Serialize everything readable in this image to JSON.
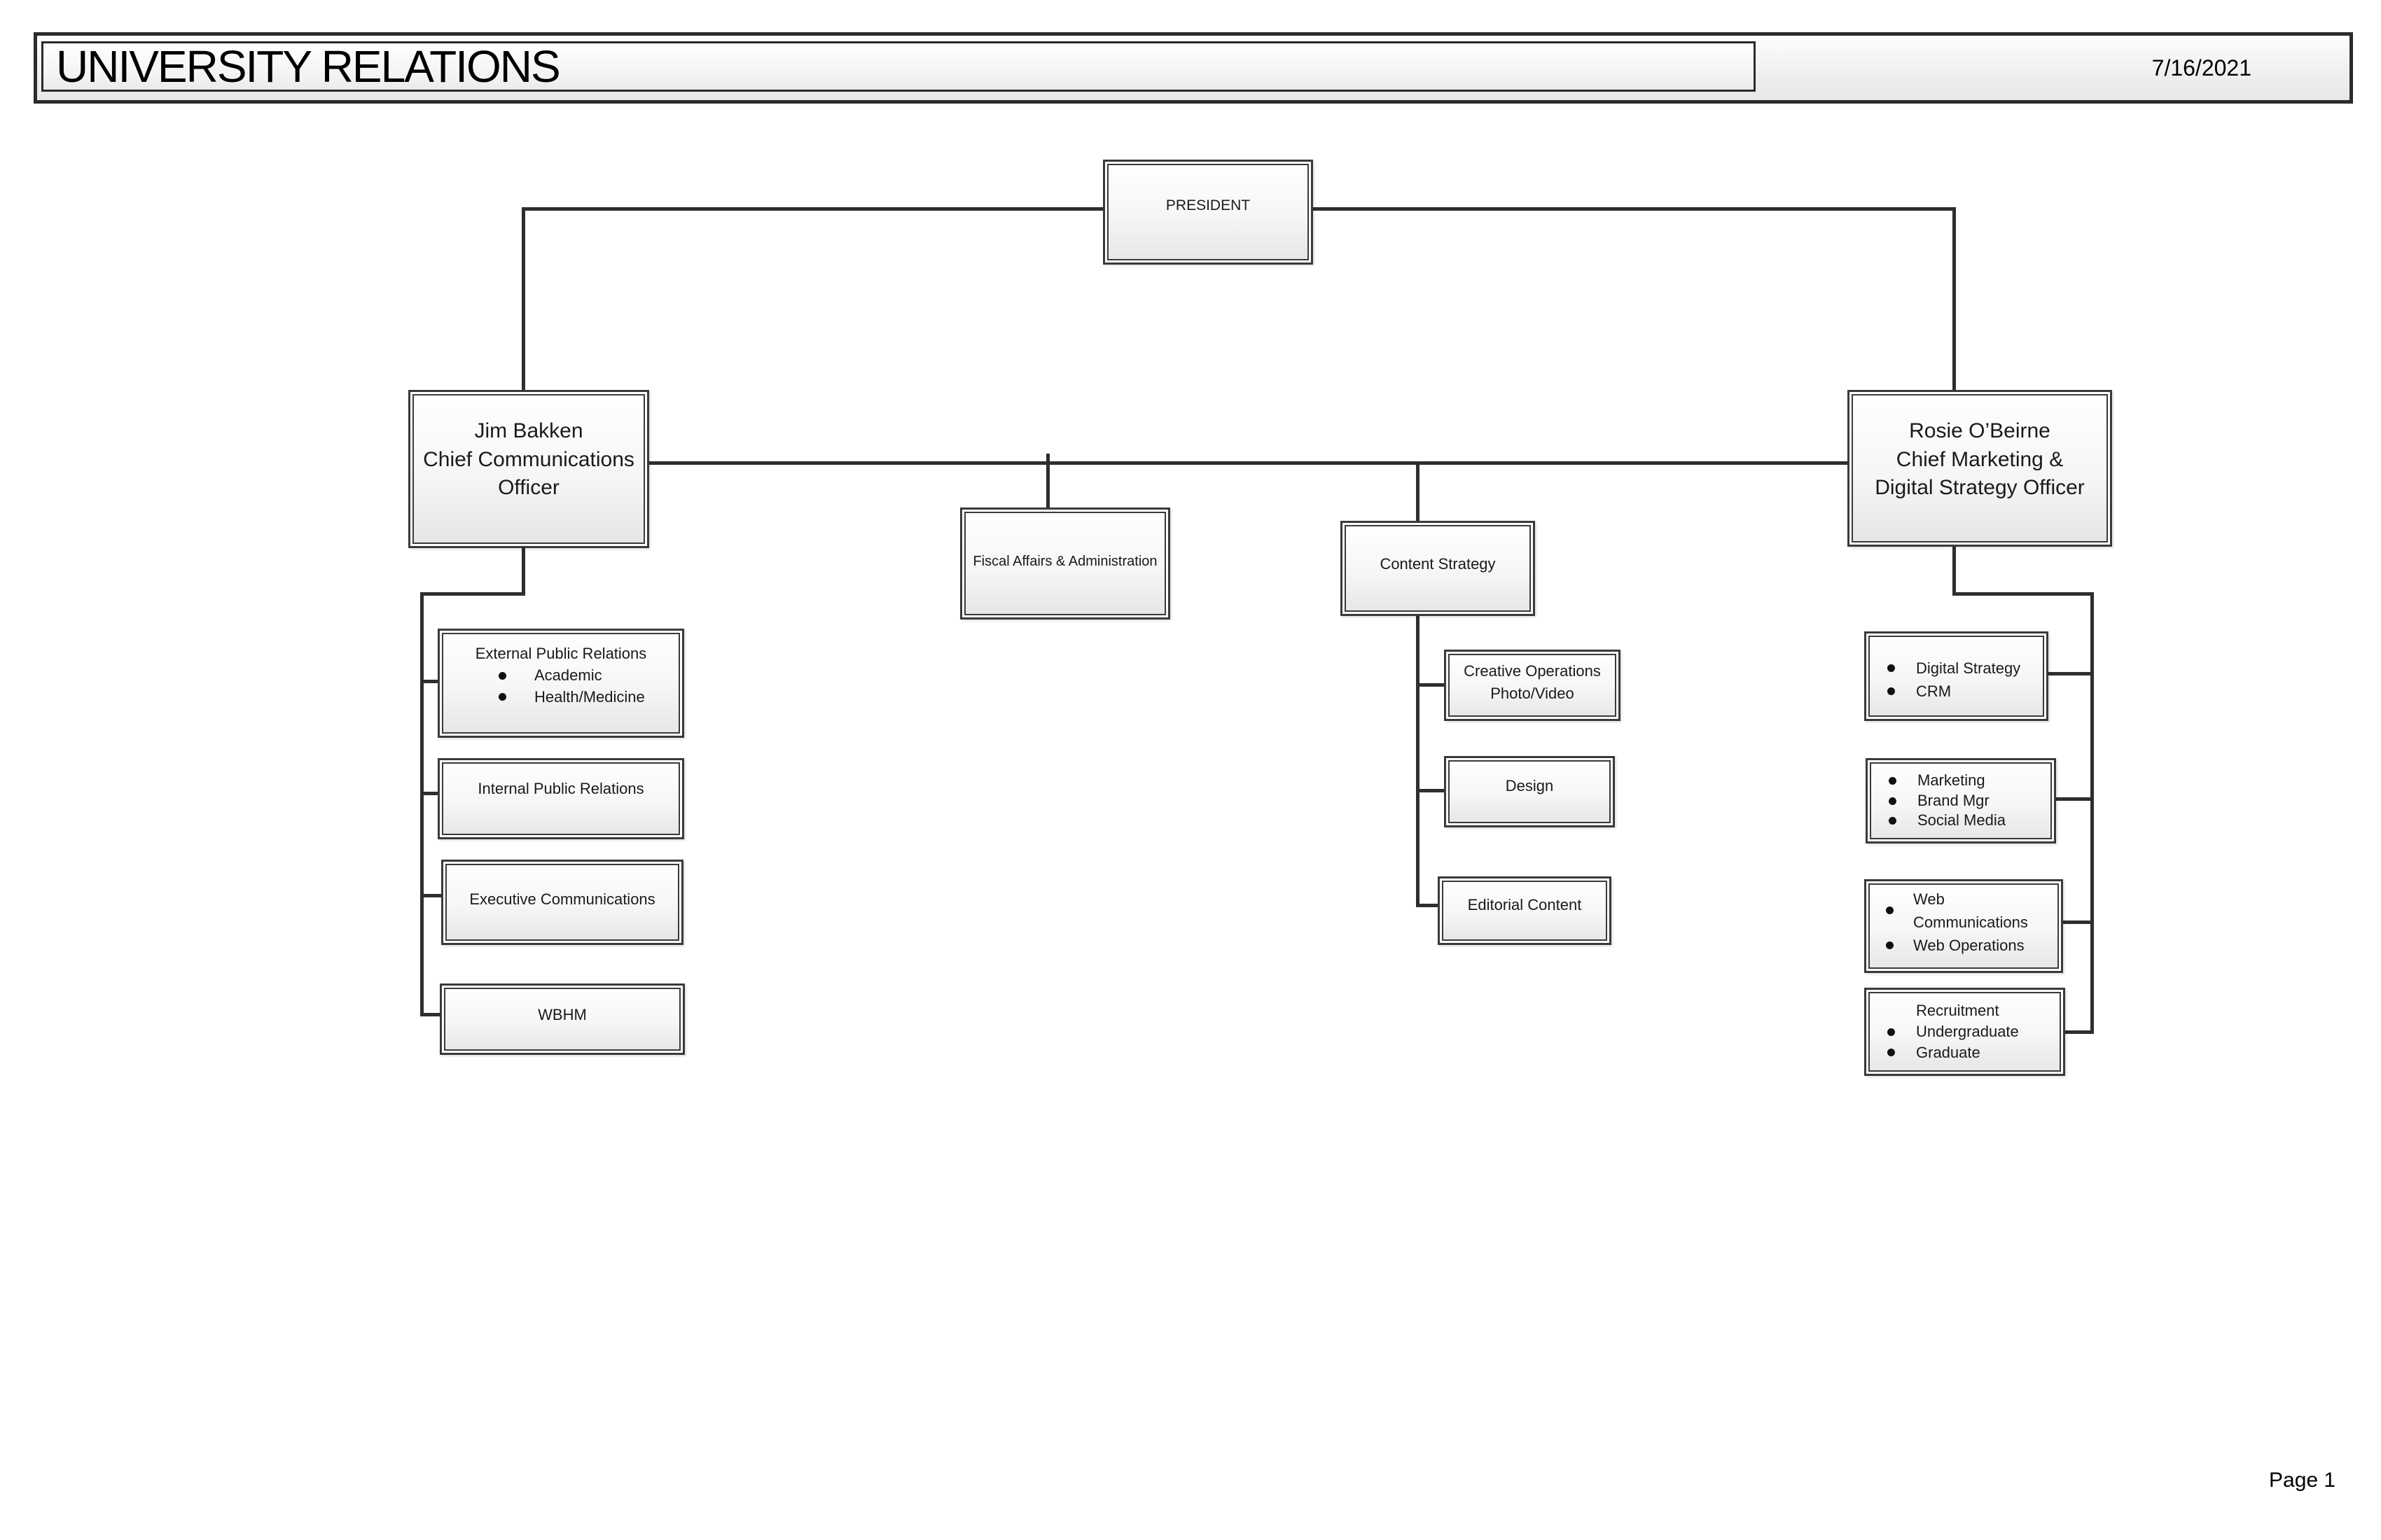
{
  "colors": {
    "connector": "#2e2e2e",
    "box_border": "#3a3a3a"
  },
  "header": {
    "title": "UNIVERSITY RELATIONS",
    "date": "7/16/2021"
  },
  "footer": {
    "page": "Page 1"
  },
  "boxes": {
    "president": {
      "title": "PRESIDENT"
    },
    "cco": {
      "line1": "Jim Bakken",
      "line2": "Chief Communications",
      "line3": "Officer"
    },
    "cmdso": {
      "line1": "Rosie O’Beirne",
      "line2": "Chief Marketing &",
      "line3": "Digital Strategy Officer"
    },
    "fiscal": {
      "title": "Fiscal Affairs & Administration"
    },
    "content_strategy": {
      "title": "Content Strategy"
    },
    "external_pr": {
      "title": "External Public Relations",
      "bullets": [
        "Academic",
        "Health/Medicine"
      ]
    },
    "internal_pr": {
      "title": "Internal Public Relations"
    },
    "executive_comms": {
      "title": "Executive Communications"
    },
    "wbhm": {
      "title": "WBHM"
    },
    "creative_ops": {
      "line1": "Creative Operations",
      "line2": "Photo/Video"
    },
    "design": {
      "title": "Design"
    },
    "editorial": {
      "title": "Editorial Content"
    },
    "digital_strategy": {
      "bullets": [
        "Digital Strategy",
        "CRM"
      ]
    },
    "marketing": {
      "bullets": [
        "Marketing",
        "Brand Mgr",
        "Social Media"
      ]
    },
    "web": {
      "bullets": [
        "Web Communications",
        "Web Operations"
      ]
    },
    "recruitment": {
      "title": "Recruitment",
      "bullets": [
        "Undergraduate",
        "Graduate"
      ]
    }
  }
}
